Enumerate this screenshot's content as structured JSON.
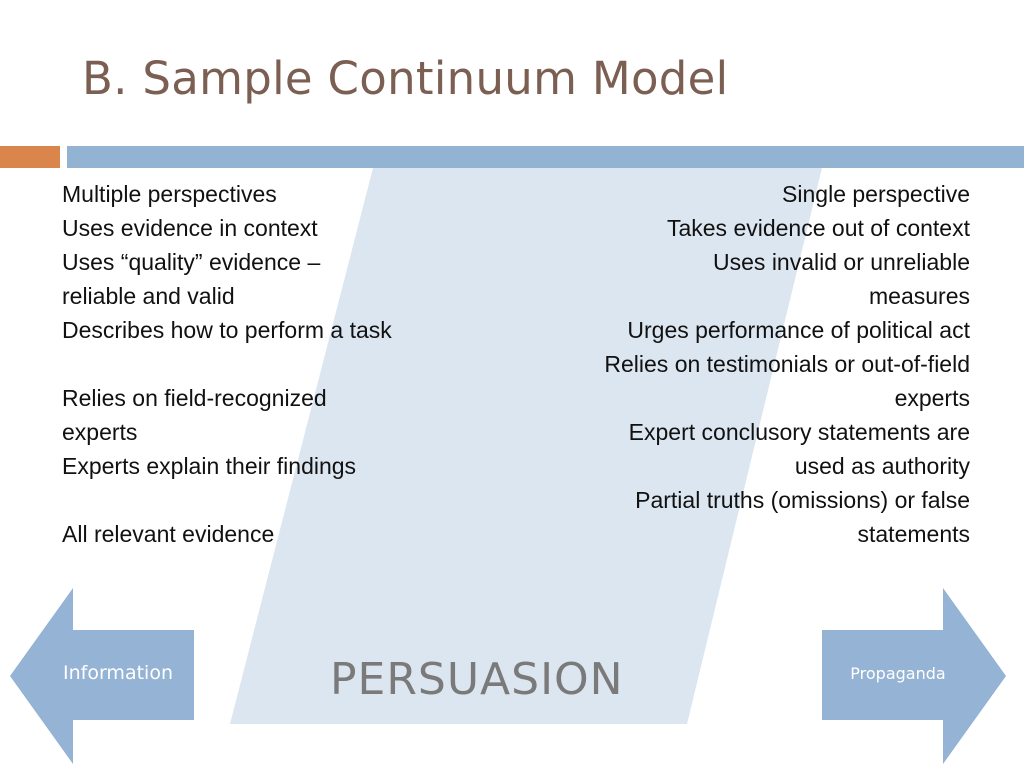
{
  "slide": {
    "title": "B. Sample Continuum Model"
  },
  "left_column": [
    "Multiple perspectives",
    "Uses evidence in context",
    "Uses “quality” evidence – reliable and valid",
    "Describes how to perform a task",
    "",
    "Relies on field-recognized experts",
    "Experts explain their findings",
    "",
    "All relevant evidence"
  ],
  "right_column": [
    "Single perspective",
    "Takes evidence out of context",
    "Uses invalid or unreliable measures",
    "Urges performance of political act",
    "Relies on testimonials or out-of-field experts",
    "Expert conclusory statements are used as authority",
    "Partial truths (omissions) or false statements"
  ],
  "continuum": {
    "left_label": "Information",
    "center_label": "PERSUASION",
    "right_label": "Propaganda"
  },
  "colors": {
    "title": "#7a5f52",
    "accent_orange": "#d9854b",
    "accent_blue": "#93b3d2",
    "parallelogram": "#dce6f0",
    "arrow_fill": "#95b3d4"
  }
}
